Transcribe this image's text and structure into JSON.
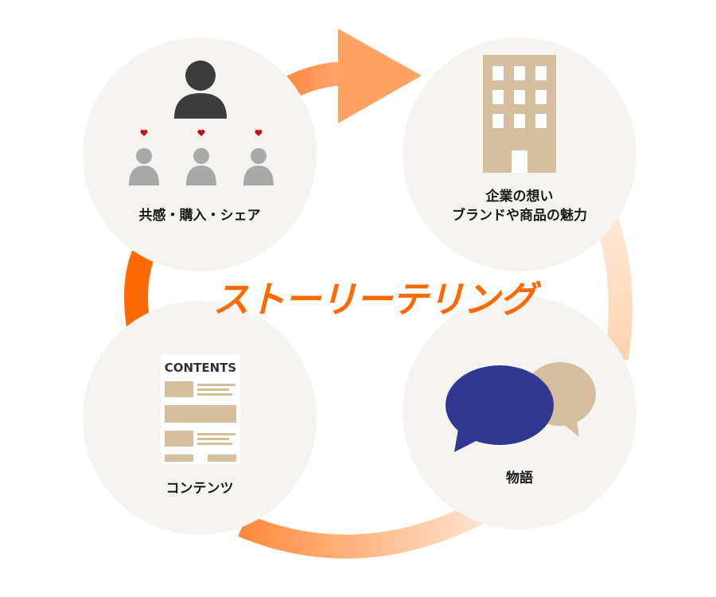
{
  "title": "ストーリーテリング",
  "nodes": {
    "empathy": {
      "label": "共感・購入・シェア",
      "icon": "people-hearts-icon"
    },
    "company": {
      "line1": "企業の想い",
      "line2": "ブランドや商品の魅力",
      "icon": "building-icon"
    },
    "contents": {
      "label": "コンテンツ",
      "doc_heading": "CONTENTS",
      "icon": "document-icon"
    },
    "story": {
      "label": "物語",
      "icon": "speech-bubbles-icon"
    }
  },
  "colors": {
    "accent": "#ff6a00",
    "circle": "#f5f4f1",
    "person_dark": "#3c3c3c",
    "person_light": "#a9a9a9",
    "heart": "#d0021b",
    "tan": "#d5bf9f",
    "bubble_blue": "#303891"
  }
}
